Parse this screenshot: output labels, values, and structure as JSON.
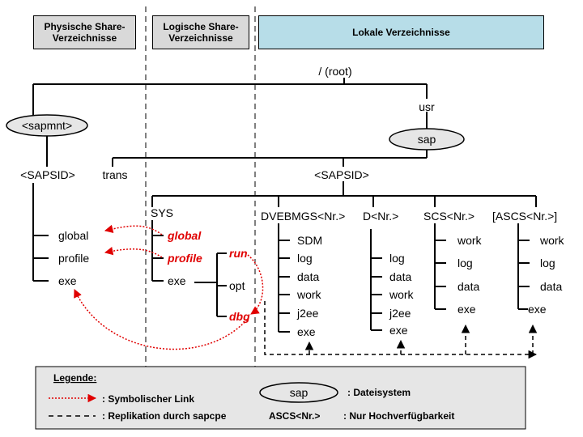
{
  "headers": {
    "physical": "Physische Share-\nVerzeichnisse",
    "logical": "Logische Share-\nVerzeichnisse",
    "local": "Lokale Verzeichnisse"
  },
  "tree": {
    "root": "/ (root)",
    "usr": "usr",
    "sap": "sap",
    "sapmnt": "<sapmnt>",
    "sapsid_left": "<SAPSID>",
    "trans": "trans",
    "sapsid_main": "<SAPSID>",
    "sys": "SYS",
    "phys_global": "global",
    "phys_profile": "profile",
    "phys_exe": "exe",
    "log_global": "global",
    "log_profile": "profile",
    "log_exe": "exe",
    "run": "run",
    "opt": "opt",
    "dbg": "dbg",
    "dvebmgs": "DVEBMGS<Nr.>",
    "dvebmgs_items": [
      "SDM",
      "log",
      "data",
      "work",
      "j2ee",
      "exe"
    ],
    "d": "D<Nr.>",
    "d_items": [
      "log",
      "data",
      "work",
      "j2ee",
      "exe"
    ],
    "scs": "SCS<Nr.>",
    "scs_items": [
      "work",
      "log",
      "data",
      "exe"
    ],
    "ascs": "[ASCS<Nr.>]",
    "ascs_items": [
      "work",
      "log",
      "data",
      "exe"
    ]
  },
  "legend": {
    "title": "Legende:",
    "symlink": ":  Symbolischer  Link",
    "replication": ":  Replikation durch sapcpe",
    "sap_oval": "sap",
    "filesystem": ": Dateisystem",
    "ascs": "ASCS<Nr.>",
    "ha": ":  Nur Hochverfügbarkeit"
  },
  "colors": {
    "header_gray": "#d9d9d9",
    "header_teal": "#b7dde8",
    "oval_fill": "#e6e6e6",
    "legend_fill": "#e6e6e6",
    "link_red": "#e00000"
  }
}
